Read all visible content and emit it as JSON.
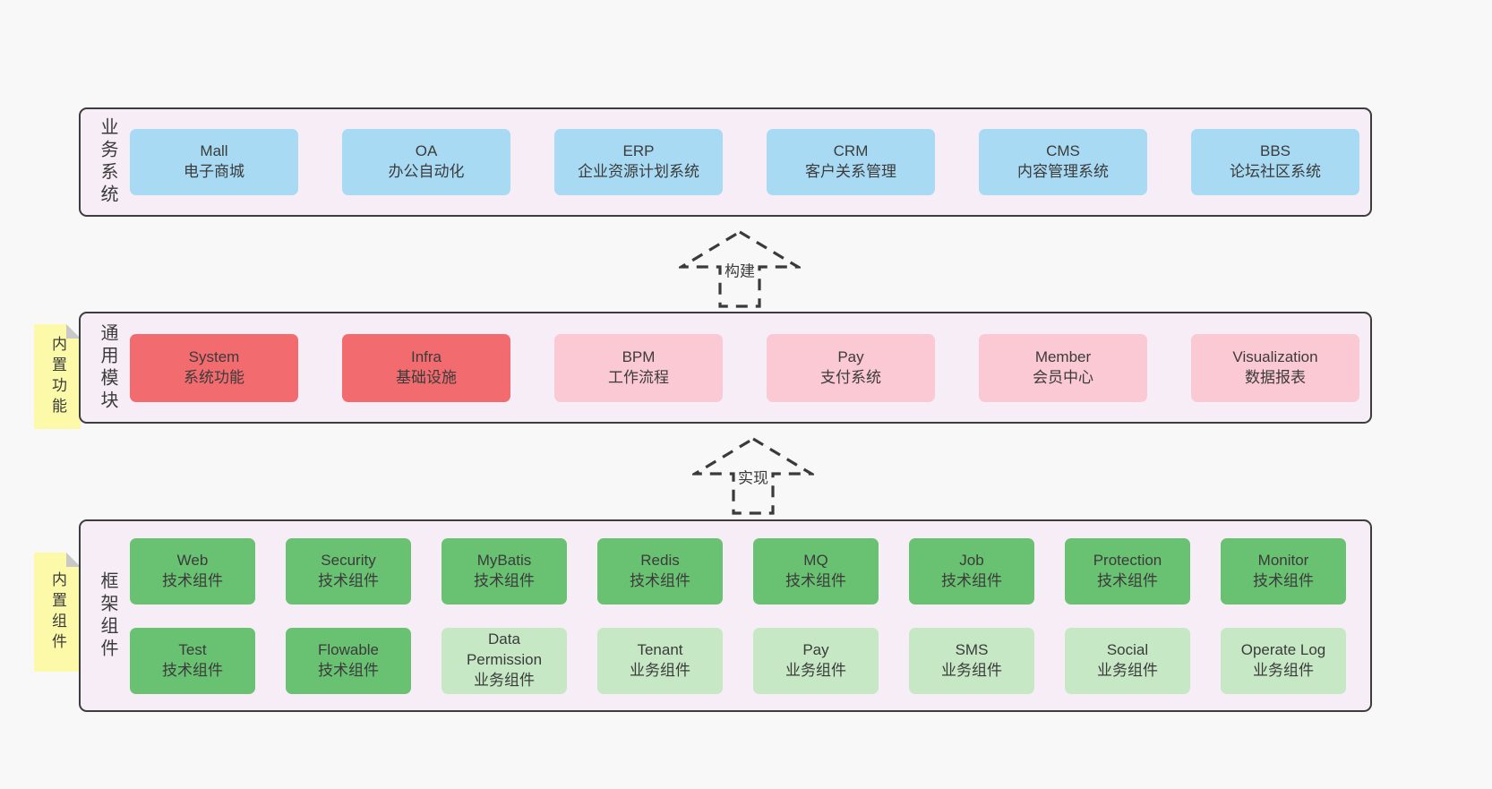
{
  "diagram": {
    "colors": {
      "page_bg": "#f8f8f8",
      "section_bg": "#f7edf6",
      "section_border": "#3d3d3d",
      "blue_box": "#a8dbf3",
      "red_box": "#f26b6e",
      "pink_box": "#fbc9d3",
      "green_box": "#69c172",
      "green_light_box": "#c6e8c4",
      "sticky_note": "#fcfaa8",
      "text": "#3b3b3b"
    },
    "arrows": [
      {
        "label": "构建"
      },
      {
        "label": "实现"
      }
    ],
    "business": {
      "label": "业务系统",
      "systems": [
        {
          "name": "Mall",
          "desc": "电子商城"
        },
        {
          "name": "OA",
          "desc": "办公自动化"
        },
        {
          "name": "ERP",
          "desc": "企业资源计划系统"
        },
        {
          "name": "CRM",
          "desc": "客户关系管理"
        },
        {
          "name": "CMS",
          "desc": "内容管理系统"
        },
        {
          "name": "BBS",
          "desc": "论坛社区系统"
        }
      ]
    },
    "modules": {
      "sticky": "内置功能",
      "label": "通用模块",
      "items": [
        {
          "name": "System",
          "desc": "系统功能"
        },
        {
          "name": "Infra",
          "desc": "基础设施"
        },
        {
          "name": "BPM",
          "desc": "工作流程"
        },
        {
          "name": "Pay",
          "desc": "支付系统"
        },
        {
          "name": "Member",
          "desc": "会员中心"
        },
        {
          "name": "Visualization",
          "desc": "数据报表"
        }
      ]
    },
    "components": {
      "sticky": "内置组件",
      "label": "框架组件",
      "row1": [
        {
          "name": "Web",
          "desc": "技术组件"
        },
        {
          "name": "Security",
          "desc": "技术组件"
        },
        {
          "name": "MyBatis",
          "desc": "技术组件"
        },
        {
          "name": "Redis",
          "desc": "技术组件"
        },
        {
          "name": "MQ",
          "desc": "技术组件"
        },
        {
          "name": "Job",
          "desc": "技术组件"
        },
        {
          "name": "Protection",
          "desc": "技术组件"
        },
        {
          "name": "Monitor",
          "desc": "技术组件"
        }
      ],
      "row2": [
        {
          "name": "Test",
          "desc": "技术组件"
        },
        {
          "name": "Flowable",
          "desc": "技术组件"
        },
        {
          "name": "Data Permission",
          "desc": "业务组件"
        },
        {
          "name": "Tenant",
          "desc": "业务组件"
        },
        {
          "name": "Pay",
          "desc": "业务组件"
        },
        {
          "name": "SMS",
          "desc": "业务组件"
        },
        {
          "name": "Social",
          "desc": "业务组件"
        },
        {
          "name": "Operate Log",
          "desc": "业务组件"
        }
      ]
    }
  }
}
